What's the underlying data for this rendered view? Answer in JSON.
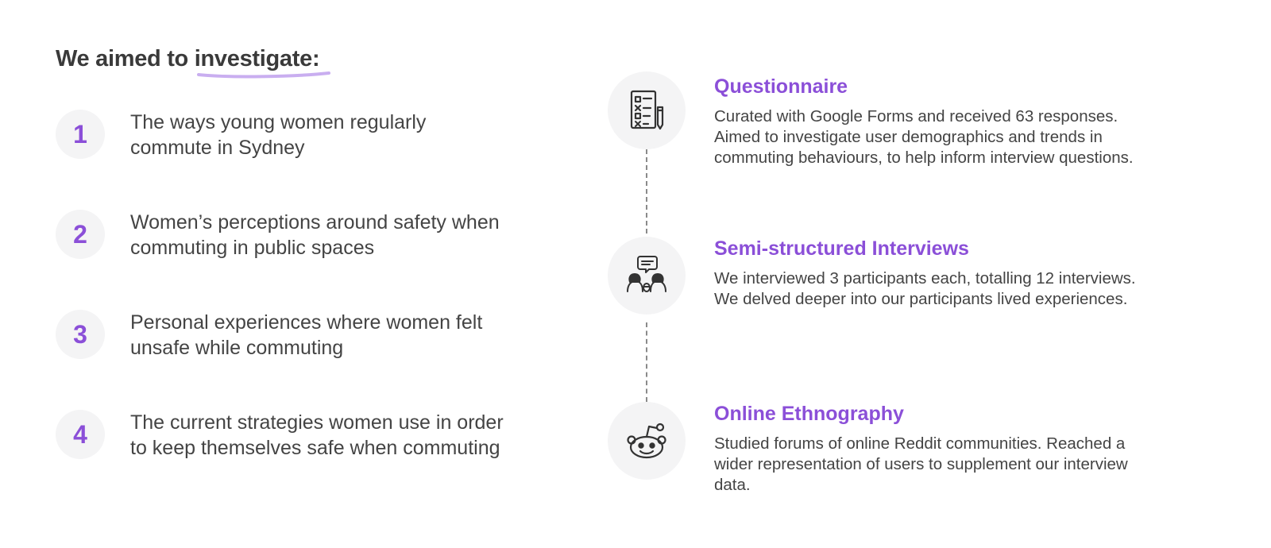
{
  "heading": {
    "prefix": "We aimed to ",
    "highlight": "investigate",
    "suffix": ":"
  },
  "accent_color": "#8b4fd8",
  "aims": [
    {
      "number": "1",
      "text": "The ways young women regularly commute in Sydney"
    },
    {
      "number": "2",
      "text": "Women’s perceptions around safety when commuting in public spaces"
    },
    {
      "number": "3",
      "text": "Personal experiences where women felt unsafe while commuting"
    },
    {
      "number": "4",
      "text": "The current strategies women use in order to keep themselves safe when commuting"
    }
  ],
  "methods": [
    {
      "icon": "questionnaire-icon",
      "title": "Questionnaire",
      "description": "Curated with Google Forms and received 63 responses. Aimed to investigate user demographics and trends in commuting behaviours, to help inform interview questions."
    },
    {
      "icon": "interview-icon",
      "title": "Semi-structured Interviews",
      "description": "We interviewed 3 participants each, totalling 12 interviews. We delved deeper into our participants lived experiences."
    },
    {
      "icon": "reddit-icon",
      "title": "Online Ethnography",
      "description": "Studied forums of online Reddit communities. Reached a wider representation of users to supplement our interview data."
    }
  ]
}
